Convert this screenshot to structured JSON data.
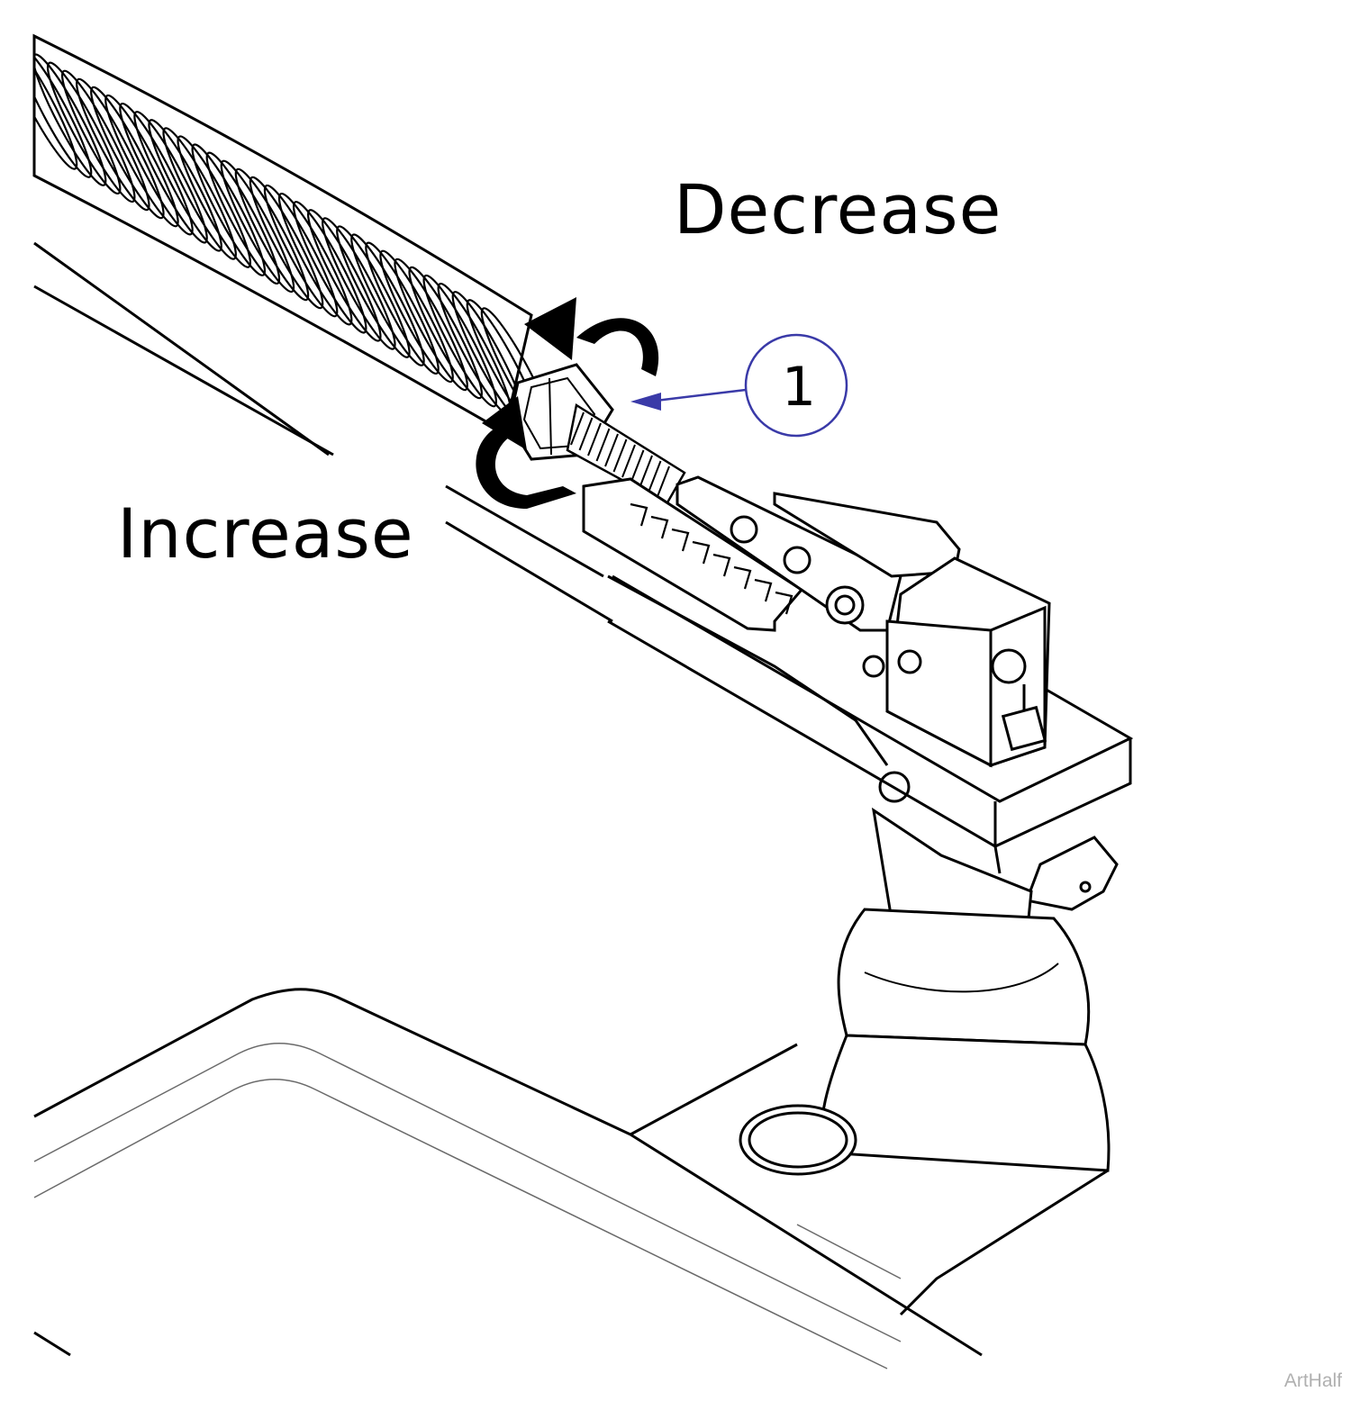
{
  "labels": {
    "decrease": "Decrease",
    "increase": "Increase"
  },
  "callout": {
    "number": "1",
    "color": "#3a3aa8"
  },
  "watermark": "ArtHalf",
  "colors": {
    "line": "#000000",
    "thin_line": "#6a6a6a",
    "background": "#ffffff"
  }
}
